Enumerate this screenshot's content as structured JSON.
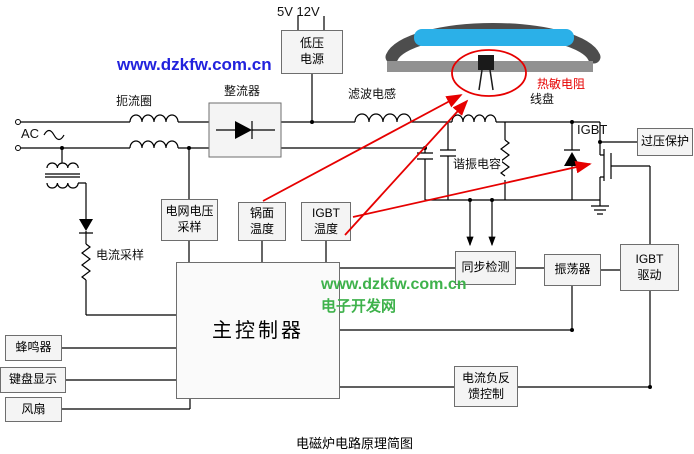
{
  "diagram_title": "电磁炉电路原理简图",
  "watermarks": {
    "blue_site": "www.dzkfw.com.cn",
    "green_site": "www.dzkfw.com.cn",
    "green_name": "电子开发网"
  },
  "labels": {
    "ac": "AC",
    "choke_coil": "扼流圈",
    "rectifier": "整流器",
    "supply_rails": "5V 12V",
    "filter_inductor": "滤波电感",
    "coil_plate": "线盘",
    "resonant_capacitor": "谐振电容",
    "igbt": "IGBT",
    "thermistor": "热敏电阻",
    "current_sampling": "电流采样"
  },
  "blocks": {
    "low_voltage_supply": "低压\n电源",
    "overvoltage_protection": "过压保护",
    "grid_voltage_sampling": "电网电压\n采样",
    "pot_surface_temperature": "锅面\n温度",
    "igbt_temperature": "IGBT\n温度",
    "main_controller": "主控制器",
    "sync_detection": "同步检测",
    "oscillator": "振荡器",
    "igbt_drive": "IGBT\n驱动",
    "current_negative_feedback": "电流负反\n馈控制",
    "buzzer": "蜂鸣器",
    "keyboard_display": "键盘显示",
    "fan": "风扇"
  },
  "colors": {
    "annotation_red": "#e60000",
    "watermark_blue": "#2222dd",
    "watermark_green": "#3eb24b",
    "coil_blue": "#2bb0e8",
    "wire_black": "#000000"
  }
}
